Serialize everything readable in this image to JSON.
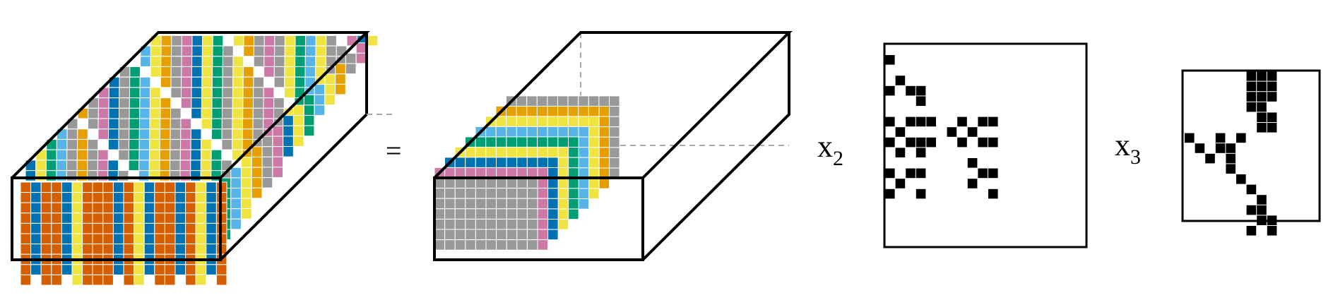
{
  "symbols": {
    "equals": "=",
    "mode2_base": "x",
    "mode2_sub": "2",
    "mode3_base": "x",
    "mode3_sub": "3"
  },
  "colors": {
    "orange": "#D55E00",
    "blue": "#0072B2",
    "yellow": "#F0E442",
    "green": "#009E73",
    "sky": "#56B4E9",
    "amber": "#E69F00",
    "pink": "#CC79A7",
    "gray": "#999999",
    "black": "#000000",
    "dashed": "#aaaaaa"
  },
  "front_face_column_colors": [
    "orange",
    "blue",
    "orange",
    "orange",
    "blue",
    "yellow",
    "orange",
    "orange",
    "orange",
    "blue",
    "orange",
    "yellow",
    "blue",
    "orange",
    "orange",
    "blue",
    "orange",
    "yellow",
    "blue",
    "orange"
  ],
  "front_face_column_heights": [
    10,
    9,
    10,
    10,
    9,
    10,
    10,
    10,
    10,
    9,
    10,
    10,
    9,
    10,
    10,
    9,
    10,
    10,
    9,
    10
  ],
  "depth_slice_colors": [
    "pink",
    "blue",
    "yellow",
    "green",
    "sky",
    "yellow",
    "amber",
    "gray"
  ],
  "matrix2_cells": [
    [
      0,
      0
    ],
    [
      2,
      1
    ],
    [
      3,
      0
    ],
    [
      3,
      2
    ],
    [
      3,
      3
    ],
    [
      4,
      3
    ],
    [
      6,
      0
    ],
    [
      6,
      2
    ],
    [
      6,
      3
    ],
    [
      6,
      4
    ],
    [
      6,
      7
    ],
    [
      6,
      9
    ],
    [
      6,
      10
    ],
    [
      7,
      1
    ],
    [
      7,
      6
    ],
    [
      7,
      8
    ],
    [
      8,
      0
    ],
    [
      8,
      2
    ],
    [
      8,
      3
    ],
    [
      8,
      4
    ],
    [
      8,
      7
    ],
    [
      8,
      9
    ],
    [
      8,
      10
    ],
    [
      9,
      1
    ],
    [
      9,
      3
    ],
    [
      10,
      8
    ],
    [
      11,
      0
    ],
    [
      11,
      2
    ],
    [
      11,
      3
    ],
    [
      11,
      9
    ],
    [
      11,
      10
    ],
    [
      12,
      1
    ],
    [
      12,
      8
    ],
    [
      13,
      0
    ],
    [
      13,
      3
    ],
    [
      13,
      10
    ]
  ],
  "matrix3_cells": [
    [
      0,
      6
    ],
    [
      0,
      7
    ],
    [
      0,
      8
    ],
    [
      1,
      6
    ],
    [
      1,
      7
    ],
    [
      1,
      8
    ],
    [
      2,
      6
    ],
    [
      2,
      7
    ],
    [
      2,
      8
    ],
    [
      3,
      6
    ],
    [
      3,
      7
    ],
    [
      4,
      7
    ],
    [
      4,
      8
    ],
    [
      5,
      7
    ],
    [
      5,
      8
    ],
    [
      6,
      0
    ],
    [
      6,
      3
    ],
    [
      6,
      5
    ],
    [
      7,
      1
    ],
    [
      7,
      3
    ],
    [
      7,
      4
    ],
    [
      8,
      2
    ],
    [
      8,
      4
    ],
    [
      9,
      4
    ],
    [
      10,
      5
    ],
    [
      11,
      6
    ],
    [
      12,
      7
    ],
    [
      13,
      6
    ],
    [
      13,
      7
    ],
    [
      14,
      7
    ],
    [
      14,
      8
    ],
    [
      15,
      6
    ],
    [
      15,
      8
    ]
  ]
}
